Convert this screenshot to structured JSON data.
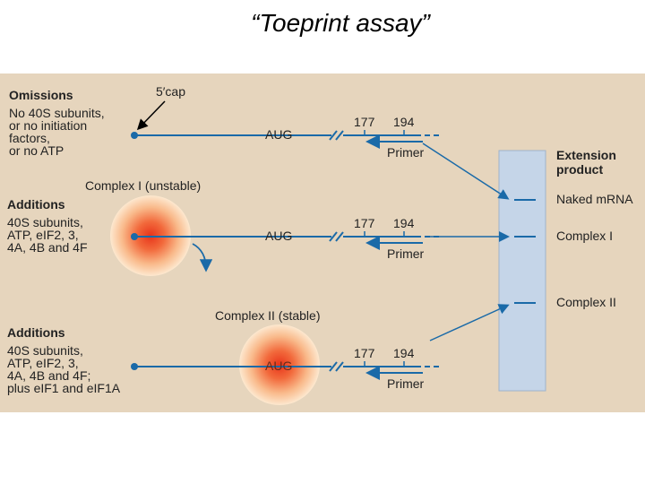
{
  "title": "“Toeprint assay”",
  "labels": {
    "omissions_heading": "Omissions",
    "omissions_lines": [
      "No 40S subunits,",
      "or no initiation",
      "factors,",
      "or no ATP"
    ],
    "cap": "5′cap",
    "complex1_label": "Complex I (unstable)",
    "additions1_heading": "Additions",
    "additions1_lines": [
      "40S subunits,",
      "ATP, eIF2, 3,",
      "4A, 4B and 4F"
    ],
    "complex2_label": "Complex II (stable)",
    "additions2_heading": "Additions",
    "additions2_lines": [
      "40S subunits,",
      "ATP, eIF2, 3,",
      "4A, 4B and 4F;",
      "plus eIF1 and eIF1A"
    ],
    "aug": "AUG",
    "pos177": "177",
    "pos194": "194",
    "primer": "Primer",
    "extension_heading": [
      "Extension",
      "product"
    ],
    "band_naked": "Naked mRNA",
    "band_complex1": "Complex I",
    "band_complex2": "Complex II"
  },
  "colors": {
    "panel_bg": "#e6d5bd",
    "strand": "#1a6aa8",
    "gel": "#c5d5e8",
    "complex_outer": "#fbe3c6",
    "complex_inner": "#f0441e"
  }
}
